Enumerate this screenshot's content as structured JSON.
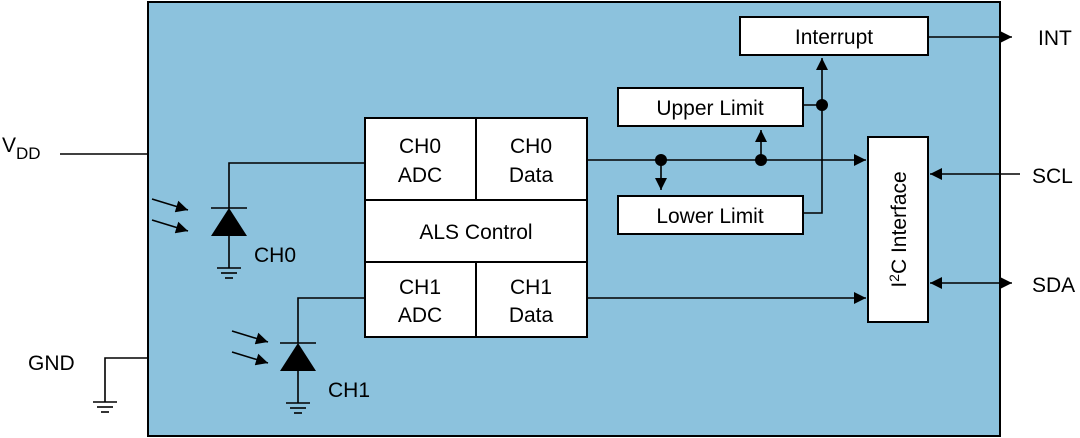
{
  "diagram": {
    "blocks": {
      "interrupt": "Interrupt",
      "upper_limit": "Upper Limit",
      "lower_limit": "Lower Limit",
      "ch0_adc": [
        "CH0",
        "ADC"
      ],
      "ch0_data": [
        "CH0",
        "Data"
      ],
      "als_control": "ALS Control",
      "ch1_adc": [
        "CH1",
        "ADC"
      ],
      "ch1_data": [
        "CH1",
        "Data"
      ],
      "i2c_prefix": "I",
      "i2c_superscript": "2",
      "i2c_suffix": "C Interface"
    },
    "pins": {
      "vdd_main": "V",
      "vdd_sub": "DD",
      "gnd": "GND",
      "int": "INT",
      "scl": "SCL",
      "sda": "SDA"
    },
    "photodiodes": {
      "ch0": "CH0",
      "ch1": "CH1"
    }
  },
  "colors": {
    "chip_fill": "#8cc2dd",
    "stroke": "#000000",
    "block_fill": "#ffffff"
  }
}
